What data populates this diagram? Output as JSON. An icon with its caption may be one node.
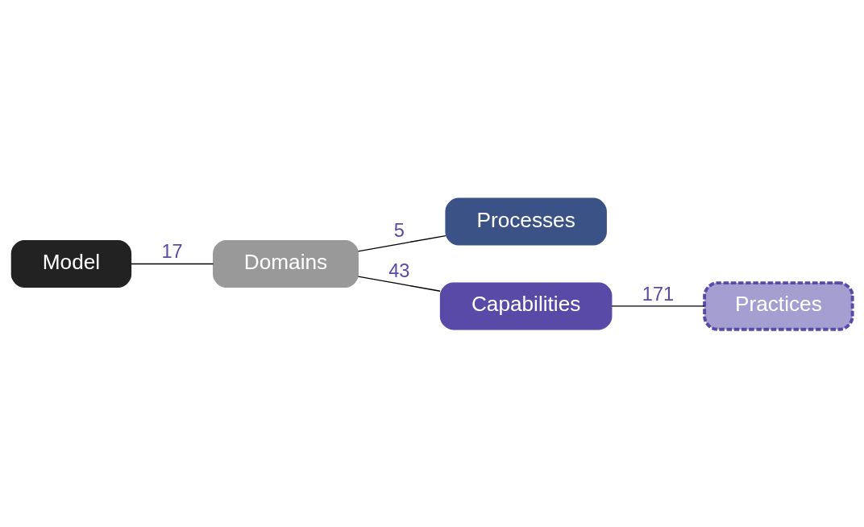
{
  "diagram": {
    "nodes": [
      {
        "text": [
          "Model"
        ]
      },
      {
        "text": [
          "Domains"
        ]
      },
      {
        "text": [
          "Processes"
        ]
      },
      {
        "text": [
          "Capabilities"
        ]
      },
      {
        "text": [
          "Practices"
        ]
      }
    ],
    "edges": [
      {
        "from": 0,
        "to": 1,
        "arrow": "none",
        "label": "17"
      },
      {
        "from": 1,
        "to": 2,
        "arrow": "none",
        "label": "5"
      },
      {
        "from": 1,
        "to": 3,
        "arrow": "none",
        "label": "43"
      },
      {
        "from": 3,
        "to": 4,
        "arrow": "none",
        "label": "171"
      }
    ]
  }
}
